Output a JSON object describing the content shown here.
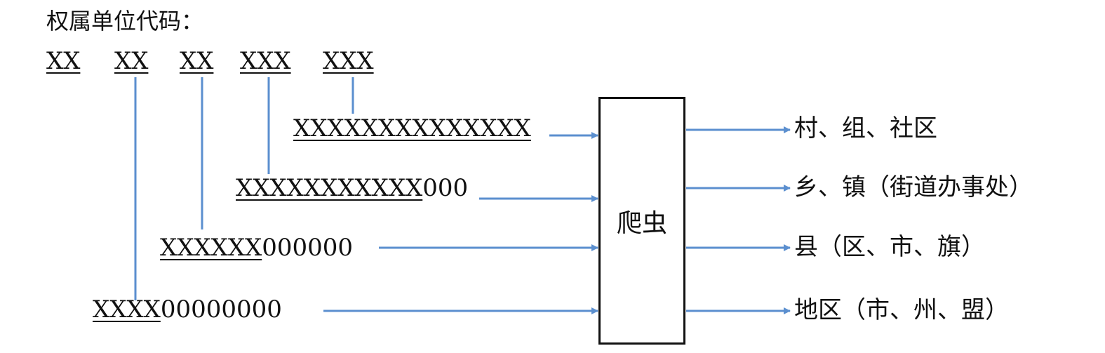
{
  "title": "权属单位代码：",
  "segments": [
    "XX",
    "XX",
    "XX",
    "XXX",
    "XXX"
  ],
  "codes": [
    {
      "underlined": "XXXXXXXXXXXXXX",
      "suffix": ""
    },
    {
      "underlined": "XXXXXXXXXXX",
      "suffix": "000"
    },
    {
      "underlined": "XXXXXX",
      "suffix": "000000"
    },
    {
      "underlined": "XXXX",
      "suffix": "00000000"
    }
  ],
  "box_label": "爬虫",
  "outputs": [
    "村、组、社区",
    "乡、镇（街道办事处）",
    "县（区、市、旗）",
    "地区（市、州、盟）"
  ],
  "colors": {
    "connector": "#5b8fcf",
    "box_border": "#111111",
    "text": "#111111"
  }
}
